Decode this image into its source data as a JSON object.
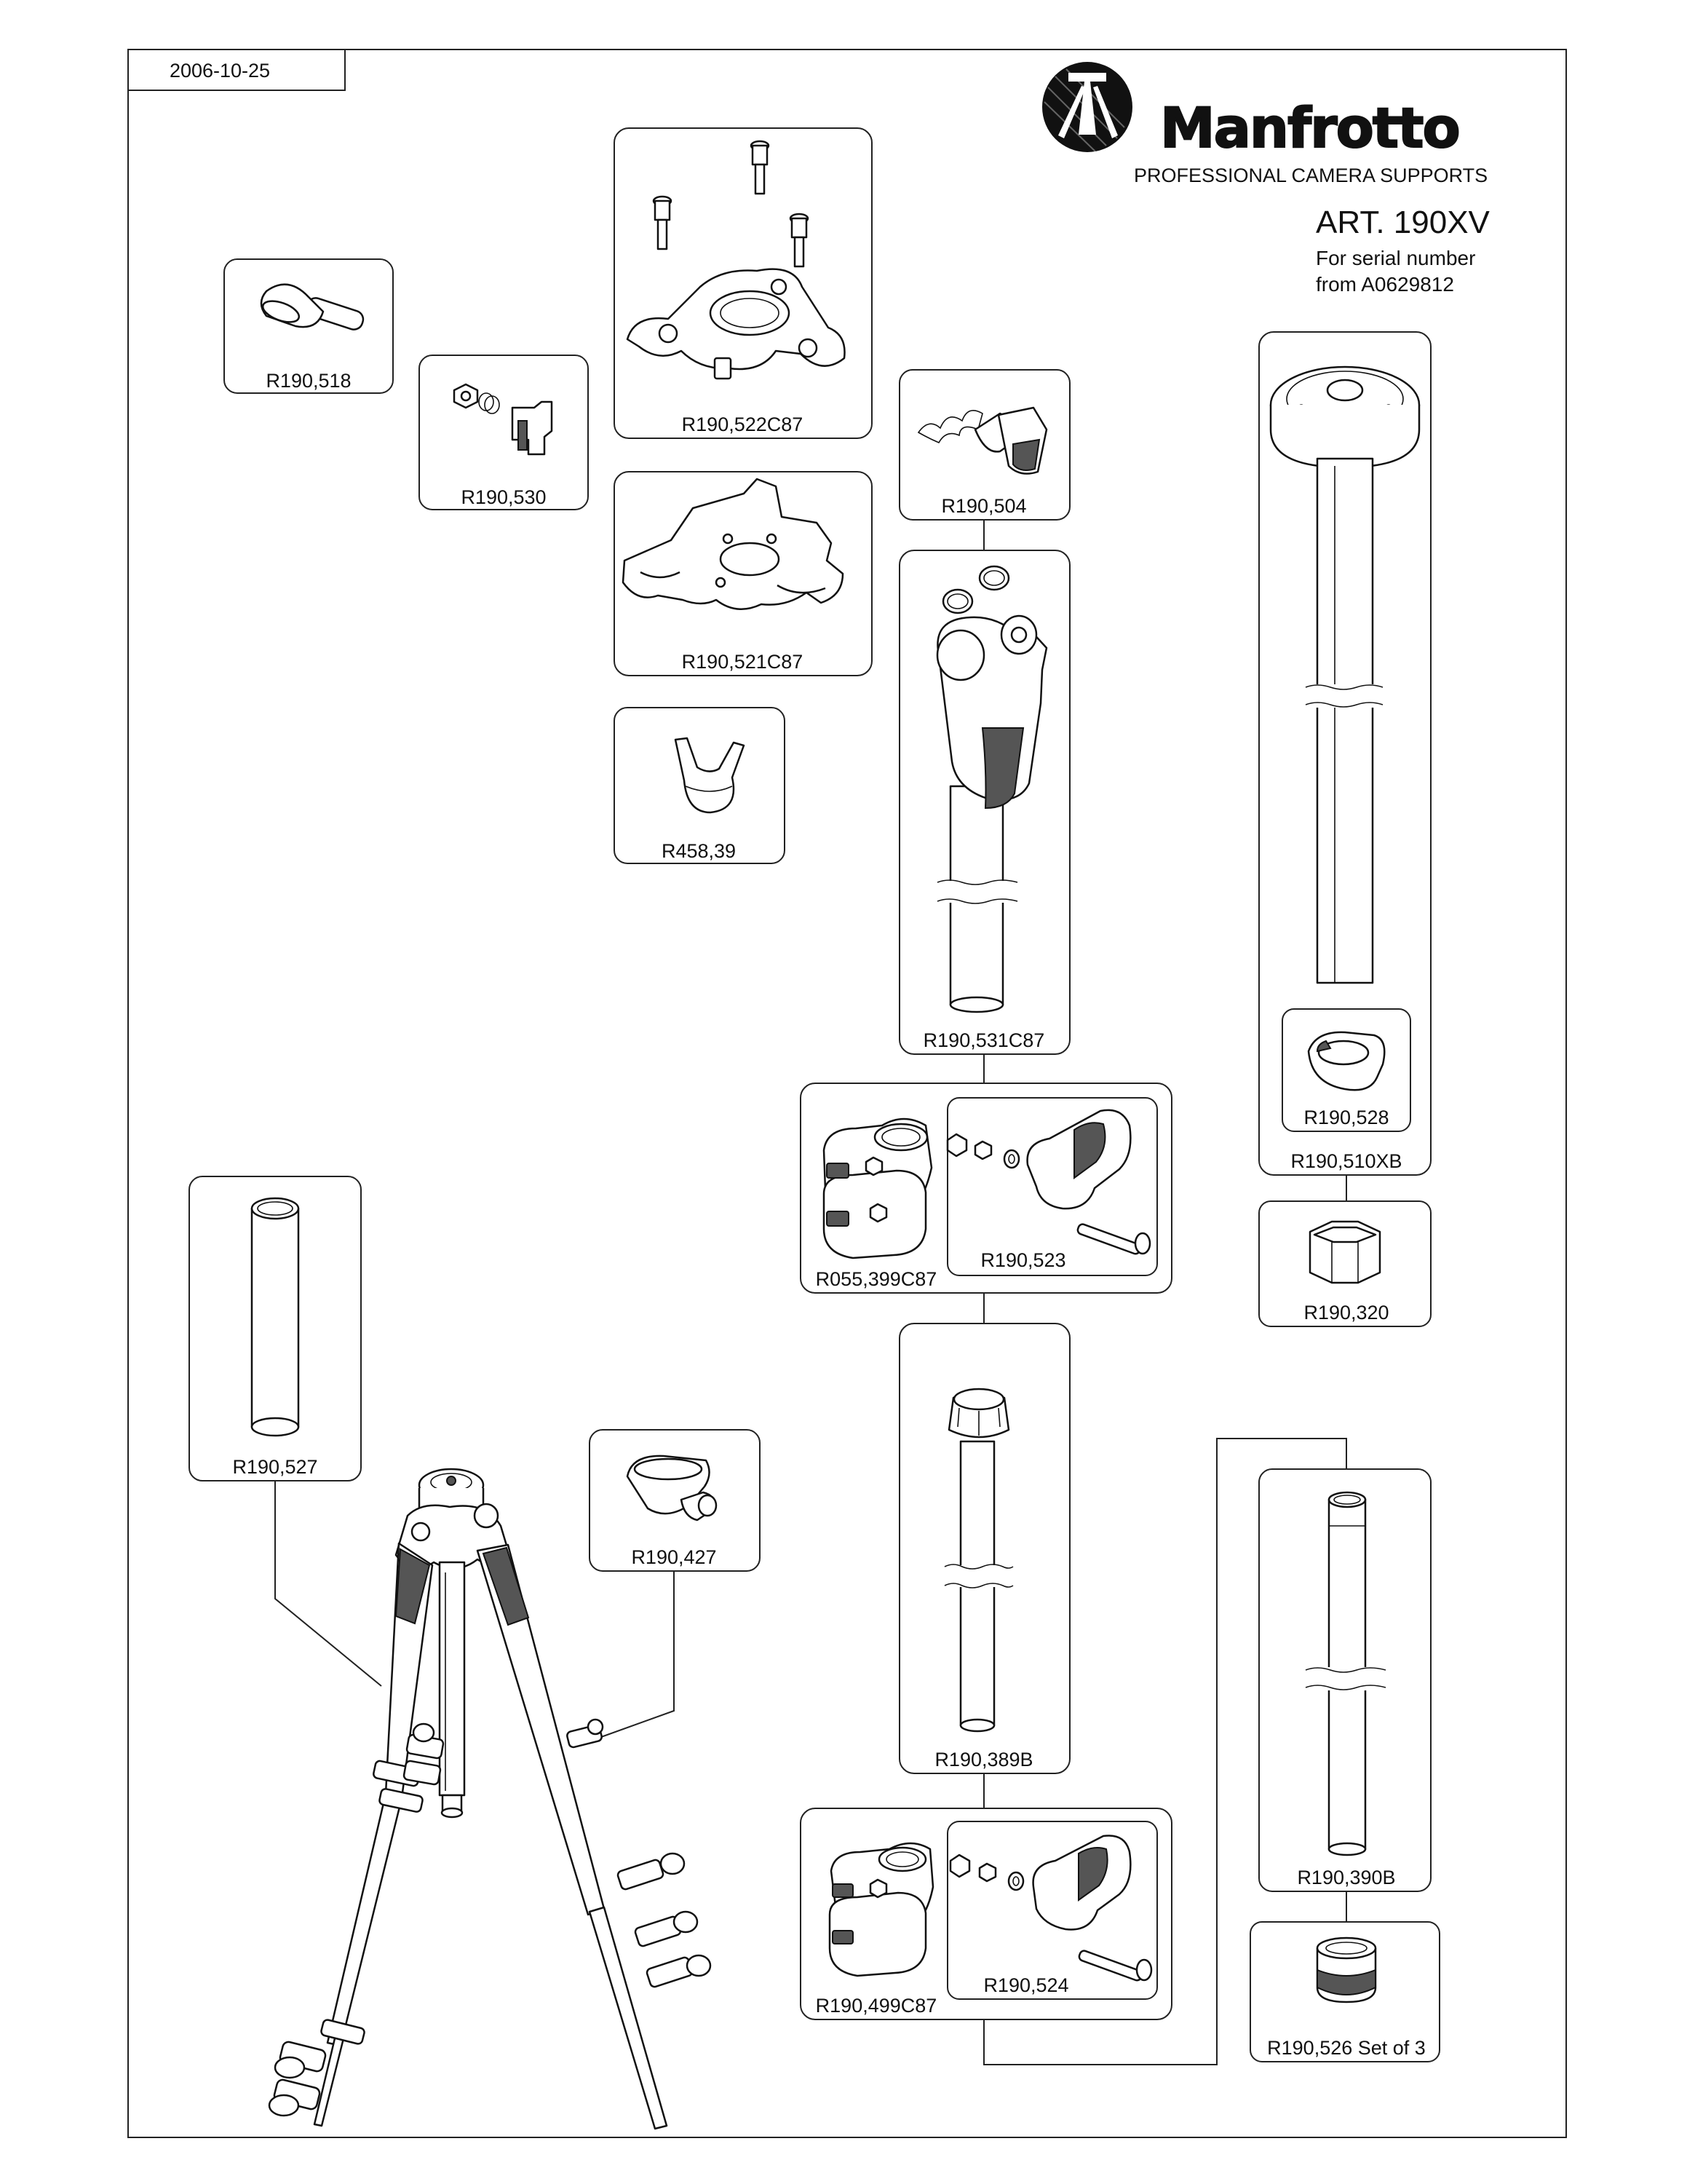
{
  "date": "2006-10-25",
  "brand": {
    "name": "Manfrotto",
    "tagline": "PROFESSIONAL CAMERA SUPPORTS"
  },
  "article": {
    "title": "ART. 190XV",
    "serial_line1": "For serial number",
    "serial_line2": "from A0629812"
  },
  "parts": {
    "r190_518": "R190,518",
    "r190_530": "R190,530",
    "r190_522c87": "R190,522C87",
    "r190_521c87": "R190,521C87",
    "r458_39": "R458,39",
    "r190_504": "R190,504",
    "r190_531c87": "R190,531C87",
    "r055_399c87": "R055,399C87",
    "r190_523": "R190,523",
    "r190_510xb": "R190,510XB",
    "r190_528": "R190,528",
    "r190_320": "R190,320",
    "r190_527": "R190,527",
    "r190_427": "R190,427",
    "r190_389b": "R190,389B",
    "r190_499c87": "R190,499C87",
    "r190_524": "R190,524",
    "r190_390b": "R190,390B",
    "r190_526": "R190,526 Set of 3"
  },
  "colors": {
    "line": "#222222",
    "background": "#ffffff",
    "ink": "#111111"
  },
  "icons": {
    "logo": "manfrotto-tripod-logo-icon"
  }
}
